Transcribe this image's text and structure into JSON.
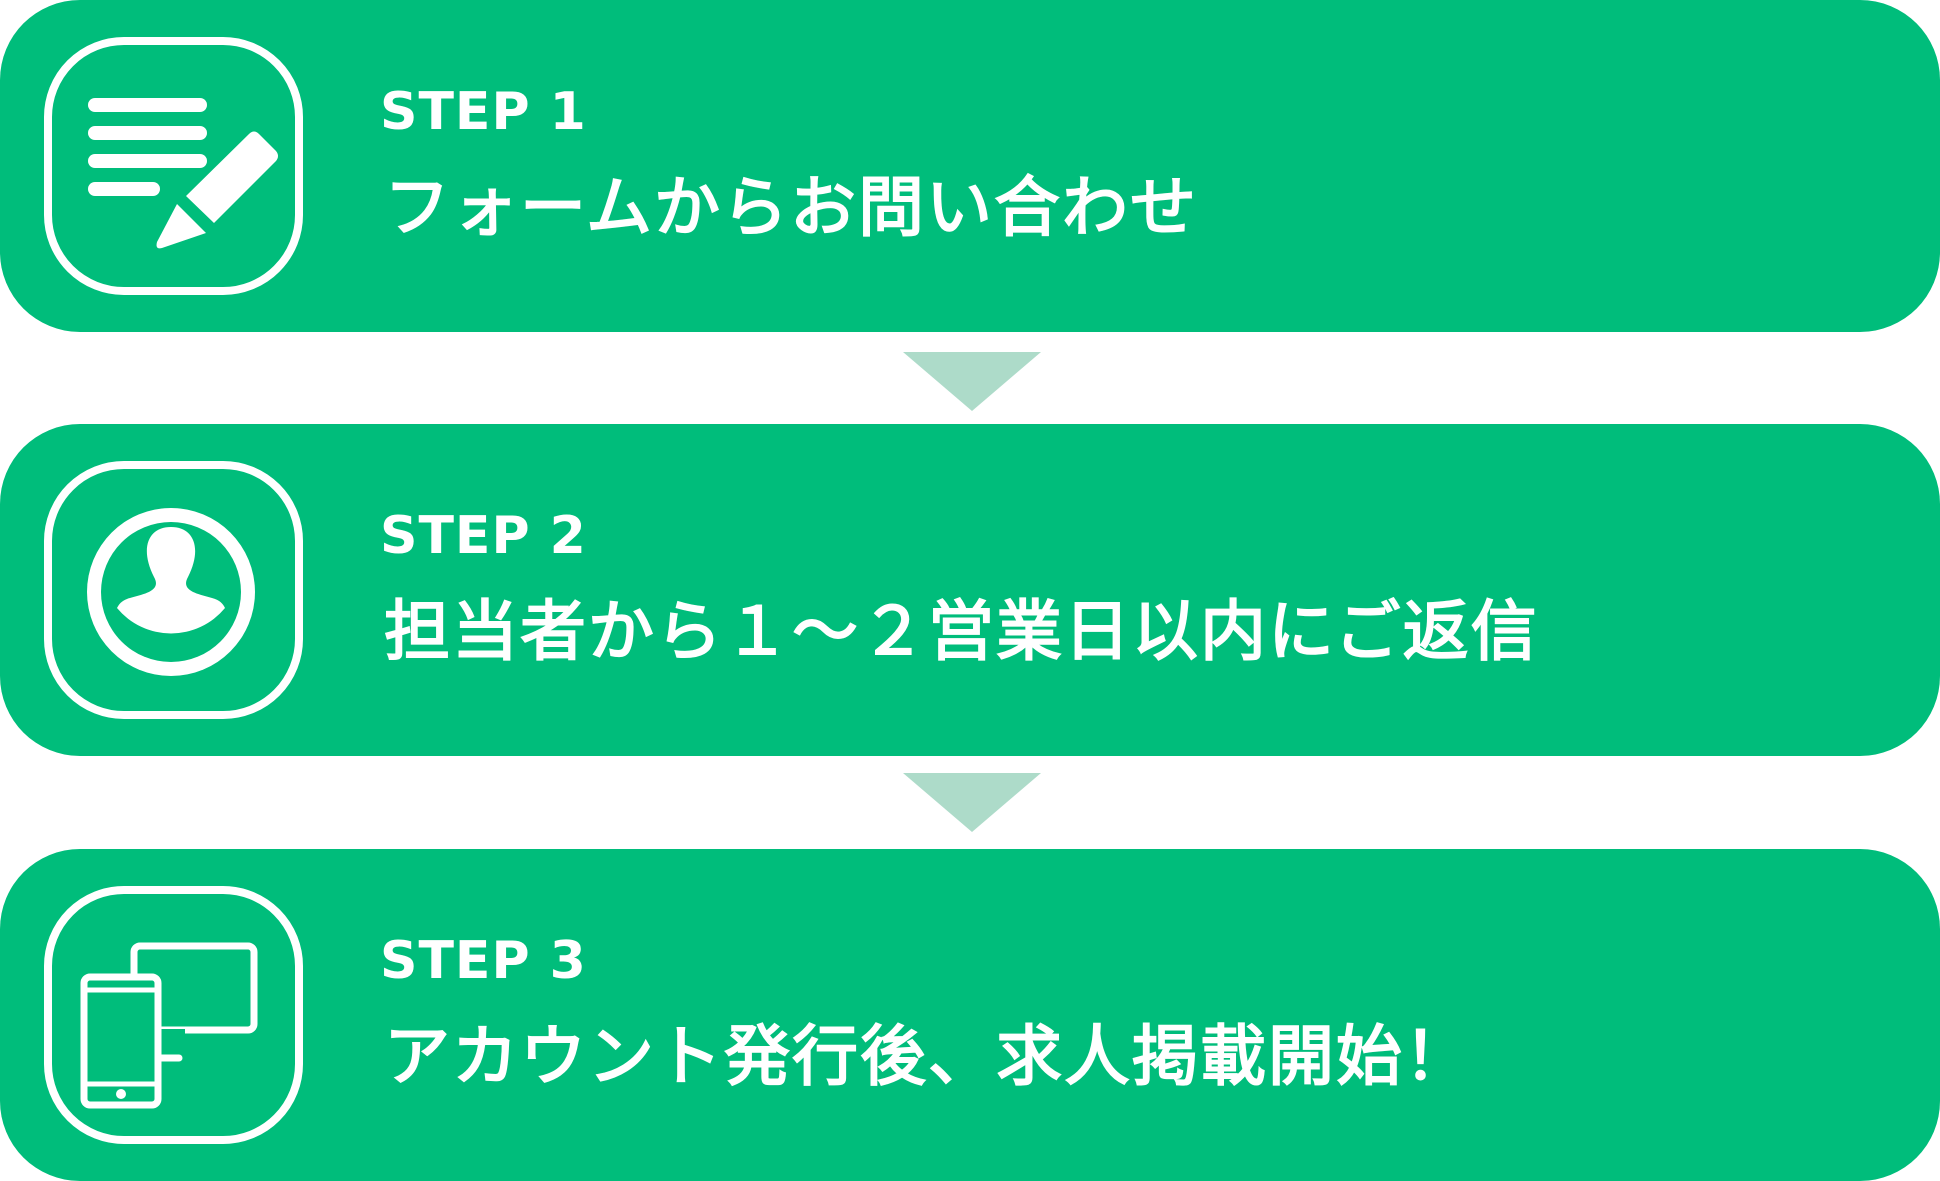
{
  "steps": [
    {
      "label": "STEP 1",
      "text": "フォームからお問い合わせ",
      "icon": "form-pencil-icon"
    },
    {
      "label": "STEP 2",
      "text": "担当者から１～２営業日以内にご返信",
      "icon": "person-icon"
    },
    {
      "label": "STEP 3",
      "text": "アカウント発行後、求人掲載開始！",
      "icon": "devices-icon"
    }
  ],
  "colors": {
    "panel": "#00BD7B",
    "arrow": "#ADDBC9",
    "text": "#FFFFFF"
  }
}
